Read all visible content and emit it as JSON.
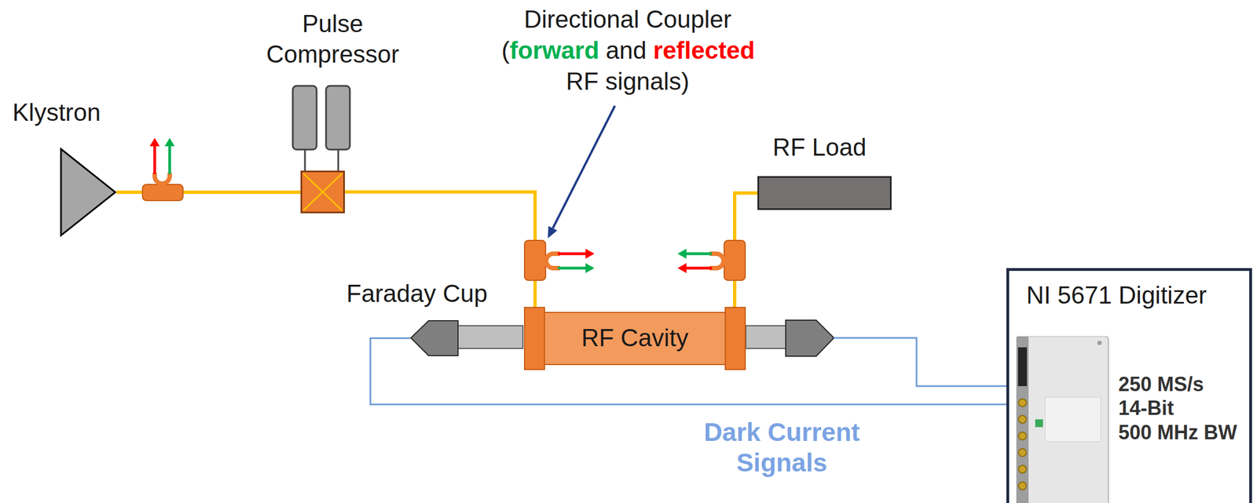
{
  "diagram": {
    "nodes": [
      {
        "text": [
          "Klystron"
        ]
      },
      {
        "text": [
          "Pulse Compressor"
        ]
      },
      {
        "text": [
          "RF Load"
        ]
      },
      {
        "text": [
          "Faraday Cup"
        ]
      },
      {
        "text": [
          "RF Cavity"
        ]
      },
      {
        "text": [
          "NI 5671 Digitizer",
          "250 MS/s",
          "14-Bit",
          "500 MHz BW"
        ]
      }
    ],
    "edges": [
      {
        "from": 0,
        "to": 1,
        "arrow": "none"
      },
      {
        "from": 1,
        "to": 4,
        "arrow": "none"
      },
      {
        "from": 4,
        "to": 2,
        "arrow": "none"
      },
      {
        "from": 3,
        "to": 5,
        "arrow": "none"
      }
    ],
    "labels": [
      "Directional Coupler",
      "(",
      "forward",
      "and",
      "reflected",
      "RF signals)",
      "Dark Current Signals"
    ]
  }
}
